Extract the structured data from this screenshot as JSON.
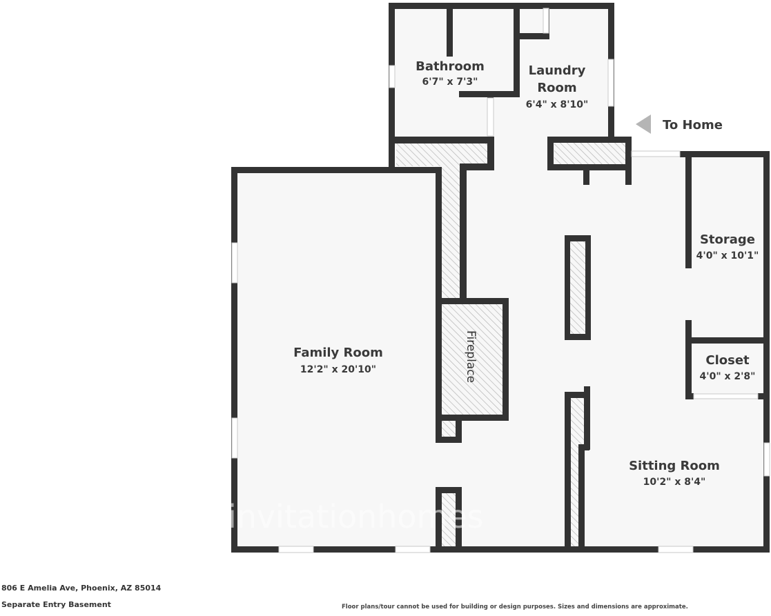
{
  "plan": {
    "rooms": [
      {
        "name": "Bathroom",
        "dimensions": "6'7\" x 7'3\""
      },
      {
        "name": "Laundry",
        "name_line2": "Room",
        "dimensions": "6'4\" x 8'10\""
      },
      {
        "name": "Storage",
        "dimensions": "4'0\" x 10'1\""
      },
      {
        "name": "Closet",
        "dimensions": "4'0\" x 2'8\""
      },
      {
        "name": "Family Room",
        "dimensions": "12'2\" x 20'10\""
      },
      {
        "name": "Sitting Room",
        "dimensions": "10'2\" x 8'4\""
      }
    ],
    "fireplace_label": "Fireplace",
    "entry_label": "To Home",
    "watermark": "invitationhomes",
    "colors": {
      "wall": "#333333",
      "floor": "#f7f7f7",
      "hatch": "#bbbbbb",
      "arrow": "#b5b5b5",
      "text": "#3a3a3a"
    }
  },
  "footer": {
    "address": "806 E Amelia Ave, Phoenix, AZ 85014",
    "level": "Separate Entry Basement",
    "disclaimer": "Floor plans/tour cannot be used for building or design purposes. Sizes and dimensions are approximate."
  }
}
